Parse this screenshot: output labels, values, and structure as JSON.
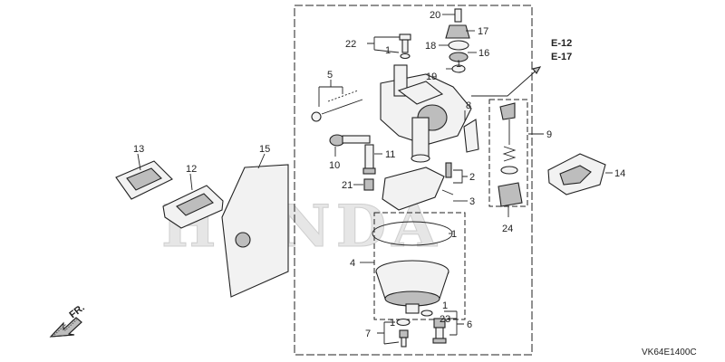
{
  "diagram": {
    "watermark": "HONDA",
    "diagram_code": "VK64E1400C",
    "direction_label": "FR.",
    "references": [
      "E-12",
      "E-17"
    ],
    "callouts": {
      "c1a": "1",
      "c1b": "1",
      "c1c": "1",
      "c1d": "1",
      "c1e": "1",
      "c1f": "1",
      "c2": "2",
      "c3": "3",
      "c4": "4",
      "c5": "5",
      "c6": "6",
      "c7": "7",
      "c8": "8",
      "c9": "9",
      "c10": "10",
      "c11": "11",
      "c12": "12",
      "c13": "13",
      "c14": "14",
      "c15": "15",
      "c16": "16",
      "c17": "17",
      "c18": "18",
      "c19": "19",
      "c20": "20",
      "c21": "21",
      "c22": "22",
      "c23": "23",
      "c24": "24"
    }
  }
}
